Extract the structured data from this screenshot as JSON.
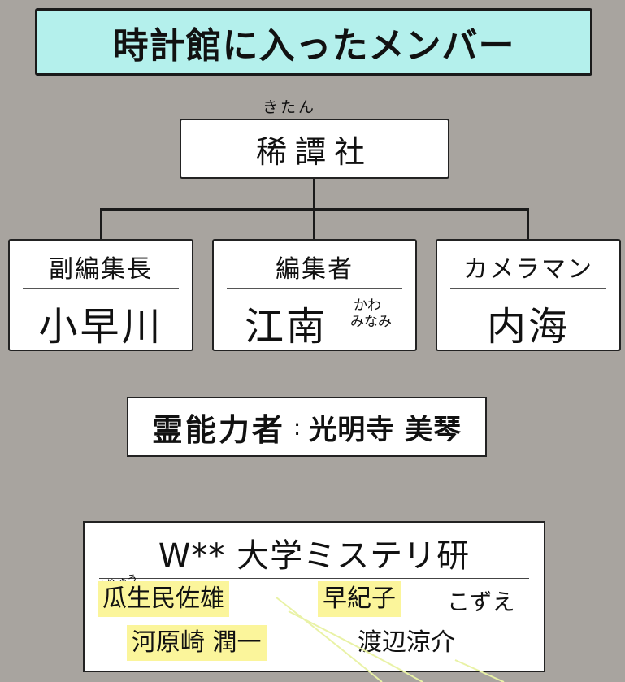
{
  "title": "時計館に入ったメンバー",
  "company": {
    "name": "稀譚社",
    "ruby": "きたん"
  },
  "members": [
    {
      "role": "副編集長",
      "name": "小早川",
      "ruby": ""
    },
    {
      "role": "編集者",
      "name": "江南",
      "ruby_top": "かわ",
      "ruby_bottom": "みなみ"
    },
    {
      "role": "カメラマン",
      "name": "内海",
      "ruby": ""
    }
  ],
  "psychic": {
    "role": "霊能力者",
    "separator": ":",
    "name": "光明寺 美琴"
  },
  "club": {
    "title": "W** 大学ミステリ研",
    "members": [
      {
        "name": "瓜生民佐雄",
        "ruby": "うりゅう",
        "highlighted": true
      },
      {
        "name": "早紀子",
        "highlighted": true
      },
      {
        "name": "こずえ",
        "highlighted": false
      },
      {
        "name": "河原崎 潤一",
        "highlighted": true
      },
      {
        "name": "渡辺涼介",
        "highlighted": false
      }
    ]
  },
  "colors": {
    "background": "#a8a49f",
    "title_fill": "#b4f0ec",
    "highlight": "#fbf59b",
    "pen_line": "#e9f2a6"
  }
}
